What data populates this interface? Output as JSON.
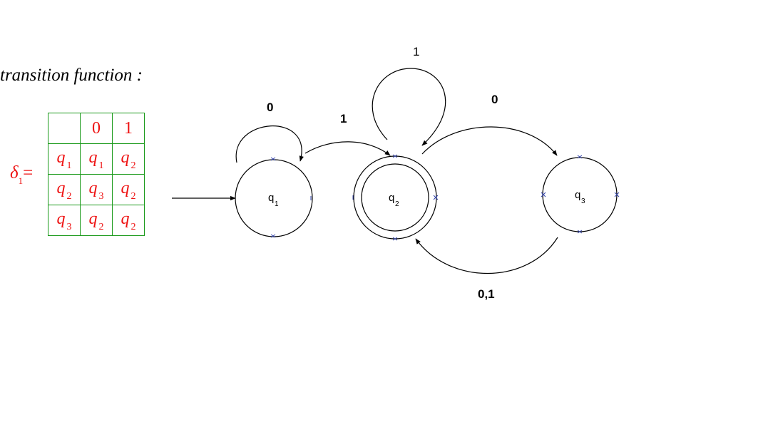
{
  "heading": "transition function :",
  "delta_label": {
    "symbol": "δ",
    "subscript": "1",
    "suffix": "="
  },
  "table": {
    "header": [
      "",
      "0",
      "1"
    ],
    "rows": [
      [
        {
          "base": "q",
          "sub": "1"
        },
        {
          "base": "q",
          "sub": "1"
        },
        {
          "base": "q",
          "sub": "2"
        }
      ],
      [
        {
          "base": "q",
          "sub": "2"
        },
        {
          "base": "q",
          "sub": "3"
        },
        {
          "base": "q",
          "sub": "2"
        }
      ],
      [
        {
          "base": "q",
          "sub": "3"
        },
        {
          "base": "q",
          "sub": "2"
        },
        {
          "base": "q",
          "sub": "2"
        }
      ]
    ]
  },
  "diagram": {
    "states": [
      {
        "base": "q",
        "sub": "1",
        "initial": true,
        "accepting": false
      },
      {
        "base": "q",
        "sub": "2",
        "initial": false,
        "accepting": true
      },
      {
        "base": "q",
        "sub": "3",
        "initial": false,
        "accepting": false
      }
    ],
    "transitions": [
      {
        "from": "q1",
        "to": "q1",
        "label": "0"
      },
      {
        "from": "q1",
        "to": "q2",
        "label": "1"
      },
      {
        "from": "q2",
        "to": "q2",
        "label": "1"
      },
      {
        "from": "q2",
        "to": "q3",
        "label": "0"
      },
      {
        "from": "q3",
        "to": "q2",
        "label": "0,1"
      }
    ]
  },
  "colors": {
    "table_text": "#ee1111",
    "table_border": "#1a9a1a",
    "diagram_stroke": "#000000"
  }
}
